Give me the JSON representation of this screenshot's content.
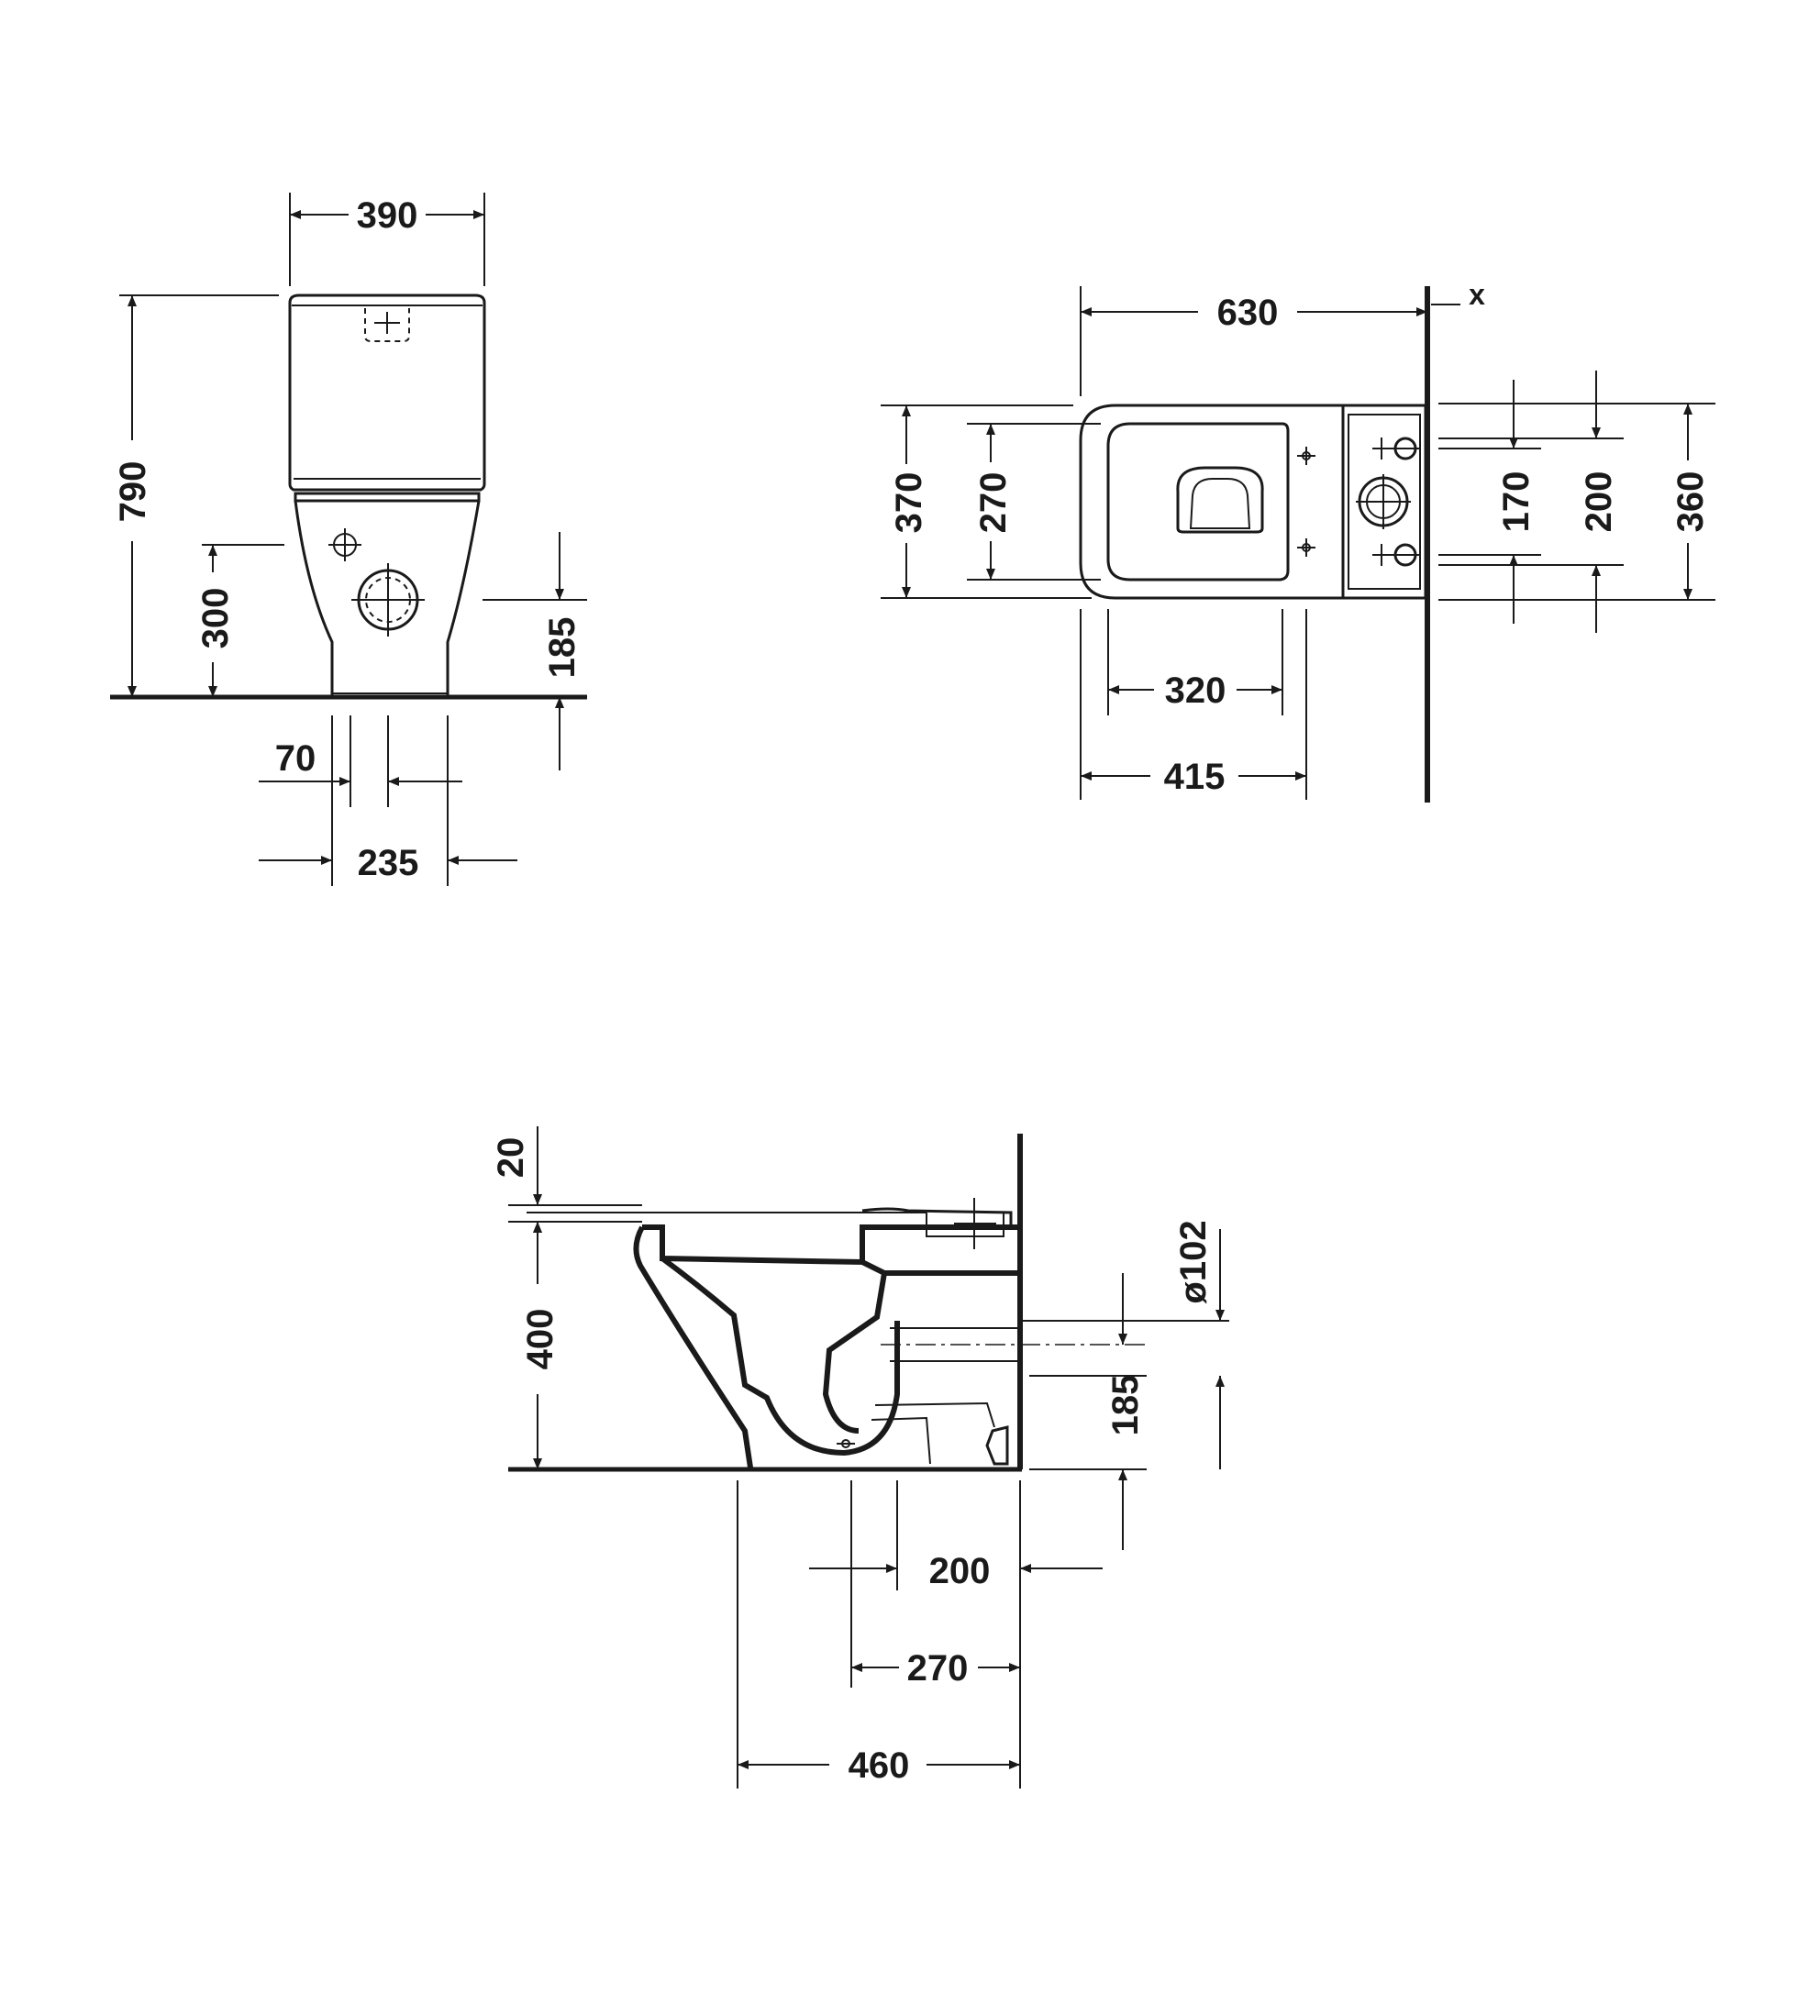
{
  "front_view": {
    "width_390": "390",
    "height_790": "790",
    "inlet_300": "300",
    "outlet_185": "185",
    "offset_70": "70",
    "base_235": "235"
  },
  "top_view": {
    "length_630": "630",
    "wall_x": "x",
    "width_370": "370",
    "width_270": "270",
    "bolts_170": "170",
    "bolts_200": "200",
    "depth_360": "360",
    "seat_320": "320",
    "seat_415": "415"
  },
  "side_view": {
    "rim_20": "20",
    "height_400": "400",
    "pipe_102": "ø102",
    "outlet_185": "185",
    "outlet_200": "200",
    "outlet_270": "270",
    "depth_460": "460"
  }
}
